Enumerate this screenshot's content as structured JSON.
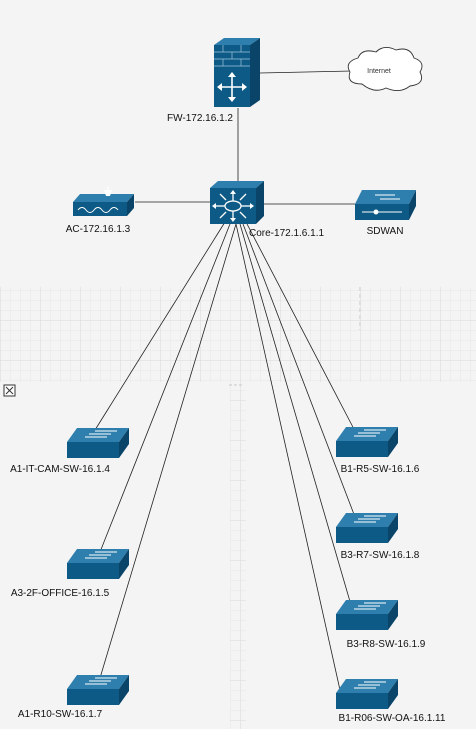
{
  "diagram": {
    "cloud": {
      "label": "Internet"
    },
    "firewall": {
      "label": "FW-172.16.1.2"
    },
    "core": {
      "label": "Core-172.1.6.1.1"
    },
    "ac": {
      "label": "AC-172.16.1.3"
    },
    "sdwan": {
      "label": "SDWAN"
    },
    "switches": [
      {
        "label": "A1-IT-CAM-SW-16.1.4"
      },
      {
        "label": "A3-2F-OFFICE-16.1.5"
      },
      {
        "label": "A1-R10-SW-16.1.7"
      },
      {
        "label": "B1-R5-SW-16.1.6"
      },
      {
        "label": "B3-R7-SW-16.1.8"
      },
      {
        "label": "B3-R8-SW-16.1.9"
      },
      {
        "label": "B1-R06-SW-OA-16.1.11"
      }
    ]
  },
  "colors": {
    "device": "#0e5a86",
    "device_dark": "#0a4468",
    "device_light": "#2f7fae",
    "line": "#222222"
  }
}
